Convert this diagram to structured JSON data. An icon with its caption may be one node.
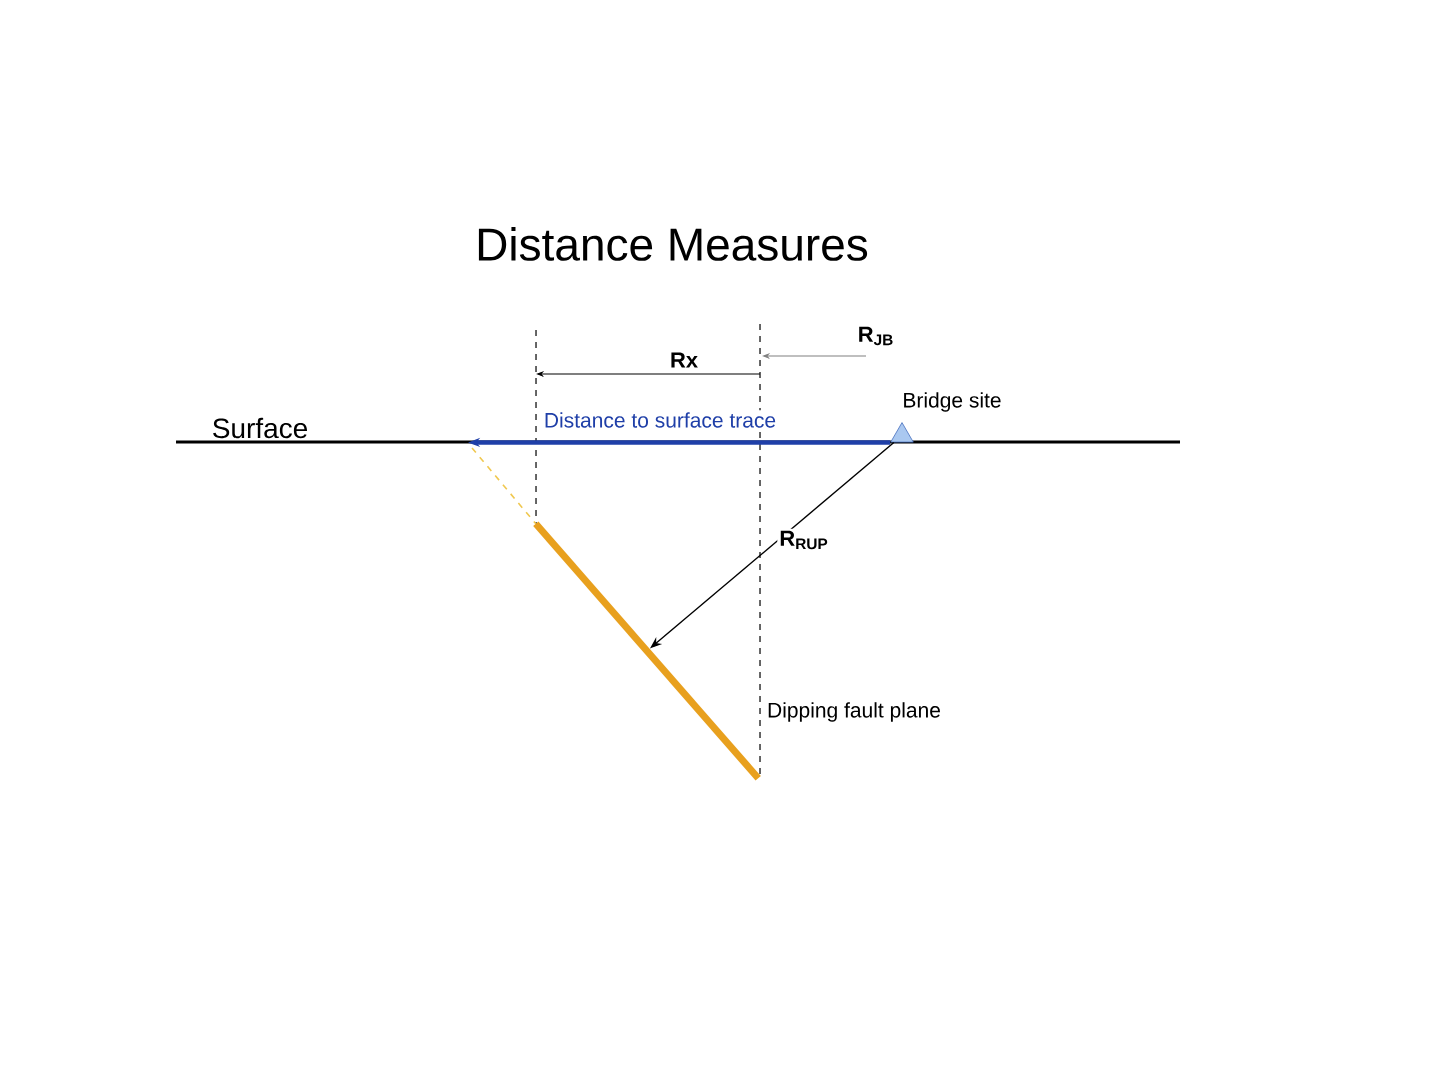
{
  "diagram": {
    "title": "Distance Measures",
    "nodes": [
      {
        "text": [],
        "shape": "triangle",
        "beside": [
          "Bridge site"
        ]
      },
      {
        "text": [],
        "shape": "bar",
        "beside": [
          "Dipping fault plane"
        ]
      }
    ],
    "edges": [
      {
        "from": 0,
        "to": 1,
        "arrow": "to",
        "label": "R$_{RUP}$"
      },
      {
        "from": 0,
        "to": 1,
        "arrow": "to",
        "label": "Distance to surface trace",
        "color": "#1f3fa8",
        "style": "thick"
      }
    ],
    "labels": [
      "R$_{JB}$",
      "Rx",
      "Surface"
    ]
  }
}
